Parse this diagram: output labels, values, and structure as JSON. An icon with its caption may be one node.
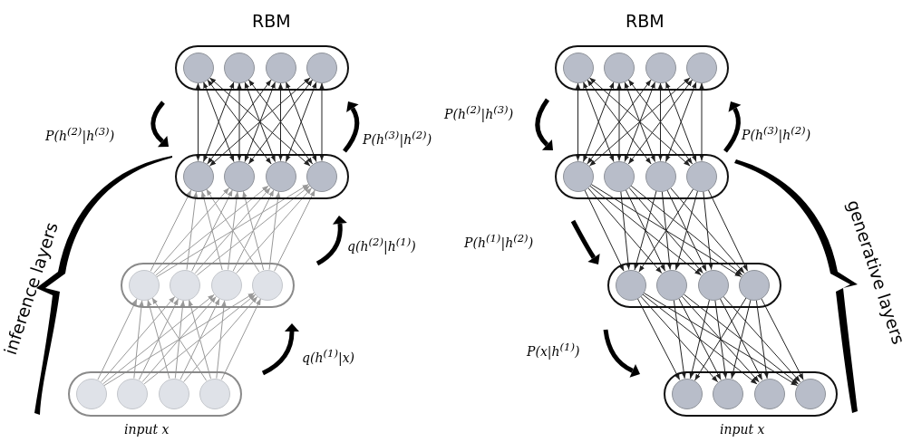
{
  "diagram": {
    "nodes": [
      {
        "text": [],
        "shape": "box"
      },
      {
        "text": [],
        "shape": "circle",
        "in": 0
      },
      {
        "text": [],
        "shape": "circle",
        "in": 0
      },
      {
        "text": [],
        "shape": "circle",
        "in": 0
      },
      {
        "text": [],
        "shape": "circle",
        "in": 0
      },
      {
        "text": [],
        "shape": "box"
      },
      {
        "text": [],
        "shape": "circle",
        "in": 5
      },
      {
        "text": [],
        "shape": "circle",
        "in": 5
      },
      {
        "text": [],
        "shape": "circle",
        "in": 5
      },
      {
        "text": [],
        "shape": "circle",
        "in": 5
      },
      {
        "text": [],
        "shape": "box"
      },
      {
        "text": [],
        "shape": "circle",
        "in": 10
      },
      {
        "text": [],
        "shape": "circle",
        "in": 10
      },
      {
        "text": [],
        "shape": "circle",
        "in": 10
      },
      {
        "text": [],
        "shape": "circle",
        "in": 10
      },
      {
        "text": [],
        "shape": "box",
        "beside": [
          "input x"
        ]
      },
      {
        "text": [],
        "shape": "circle",
        "in": 15
      },
      {
        "text": [],
        "shape": "circle",
        "in": 15
      },
      {
        "text": [],
        "shape": "circle",
        "in": 15
      },
      {
        "text": [],
        "shape": "circle",
        "in": 15
      },
      {
        "text": [],
        "shape": "box"
      },
      {
        "text": [],
        "shape": "circle",
        "in": 20
      },
      {
        "text": [],
        "shape": "circle",
        "in": 20
      },
      {
        "text": [],
        "shape": "circle",
        "in": 20
      },
      {
        "text": [],
        "shape": "circle",
        "in": 20
      },
      {
        "text": [],
        "shape": "box"
      },
      {
        "text": [],
        "shape": "circle",
        "in": 25
      },
      {
        "text": [],
        "shape": "circle",
        "in": 25
      },
      {
        "text": [],
        "shape": "circle",
        "in": 25
      },
      {
        "text": [],
        "shape": "circle",
        "in": 25
      },
      {
        "text": [],
        "shape": "box"
      },
      {
        "text": [],
        "shape": "circle",
        "in": 30
      },
      {
        "text": [],
        "shape": "circle",
        "in": 30
      },
      {
        "text": [],
        "shape": "circle",
        "in": 30
      },
      {
        "text": [],
        "shape": "circle",
        "in": 30
      },
      {
        "text": [],
        "shape": "box",
        "beside": [
          "input x"
        ]
      },
      {
        "text": [],
        "shape": "circle",
        "in": 35
      },
      {
        "text": [],
        "shape": "circle",
        "in": 35
      },
      {
        "text": [],
        "shape": "circle",
        "in": 35
      },
      {
        "text": [],
        "shape": "circle",
        "in": 35
      }
    ],
    "edges": [
      {
        "from": 1,
        "to": 6,
        "arrow": "both"
      },
      {
        "from": 1,
        "to": 7,
        "arrow": "both"
      },
      {
        "from": 1,
        "to": 8,
        "arrow": "both"
      },
      {
        "from": 1,
        "to": 9,
        "arrow": "both"
      },
      {
        "from": 2,
        "to": 6,
        "arrow": "both"
      },
      {
        "from": 2,
        "to": 7,
        "arrow": "both"
      },
      {
        "from": 2,
        "to": 8,
        "arrow": "both"
      },
      {
        "from": 2,
        "to": 9,
        "arrow": "both"
      },
      {
        "from": 3,
        "to": 6,
        "arrow": "both"
      },
      {
        "from": 3,
        "to": 7,
        "arrow": "both"
      },
      {
        "from": 3,
        "to": 8,
        "arrow": "both"
      },
      {
        "from": 3,
        "to": 9,
        "arrow": "both"
      },
      {
        "from": 4,
        "to": 6,
        "arrow": "both"
      },
      {
        "from": 4,
        "to": 7,
        "arrow": "both"
      },
      {
        "from": 4,
        "to": 8,
        "arrow": "both"
      },
      {
        "from": 4,
        "to": 9,
        "arrow": "both"
      },
      {
        "from": 11,
        "to": 6,
        "arrow": "to",
        "color": "#999999"
      },
      {
        "from": 11,
        "to": 7,
        "arrow": "to",
        "color": "#999999"
      },
      {
        "from": 11,
        "to": 8,
        "arrow": "to",
        "color": "#999999"
      },
      {
        "from": 11,
        "to": 9,
        "arrow": "to",
        "color": "#999999"
      },
      {
        "from": 12,
        "to": 6,
        "arrow": "to",
        "color": "#999999"
      },
      {
        "from": 12,
        "to": 7,
        "arrow": "to",
        "color": "#999999"
      },
      {
        "from": 12,
        "to": 8,
        "arrow": "to",
        "color": "#999999"
      },
      {
        "from": 12,
        "to": 9,
        "arrow": "to",
        "color": "#999999"
      },
      {
        "from": 13,
        "to": 6,
        "arrow": "to",
        "color": "#999999"
      },
      {
        "from": 13,
        "to": 7,
        "arrow": "to",
        "color": "#999999"
      },
      {
        "from": 13,
        "to": 8,
        "arrow": "to",
        "color": "#999999"
      },
      {
        "from": 13,
        "to": 9,
        "arrow": "to",
        "color": "#999999"
      },
      {
        "from": 14,
        "to": 6,
        "arrow": "to",
        "color": "#999999"
      },
      {
        "from": 14,
        "to": 7,
        "arrow": "to",
        "color": "#999999"
      },
      {
        "from": 14,
        "to": 8,
        "arrow": "to",
        "color": "#999999"
      },
      {
        "from": 14,
        "to": 9,
        "arrow": "to",
        "color": "#999999"
      },
      {
        "from": 16,
        "to": 11,
        "arrow": "to",
        "color": "#999999"
      },
      {
        "from": 16,
        "to": 12,
        "arrow": "to",
        "color": "#999999"
      },
      {
        "from": 16,
        "to": 13,
        "arrow": "to",
        "color": "#999999"
      },
      {
        "from": 16,
        "to": 14,
        "arrow": "to",
        "color": "#999999"
      },
      {
        "from": 17,
        "to": 11,
        "arrow": "to",
        "color": "#999999"
      },
      {
        "from": 17,
        "to": 12,
        "arrow": "to",
        "color": "#999999"
      },
      {
        "from": 17,
        "to": 13,
        "arrow": "to",
        "color": "#999999"
      },
      {
        "from": 17,
        "to": 14,
        "arrow": "to",
        "color": "#999999"
      },
      {
        "from": 18,
        "to": 11,
        "arrow": "to",
        "color": "#999999"
      },
      {
        "from": 18,
        "to": 12,
        "arrow": "to",
        "color": "#999999"
      },
      {
        "from": 18,
        "to": 13,
        "arrow": "to",
        "color": "#999999"
      },
      {
        "from": 18,
        "to": 14,
        "arrow": "to",
        "color": "#999999"
      },
      {
        "from": 19,
        "to": 11,
        "arrow": "to",
        "color": "#999999"
      },
      {
        "from": 19,
        "to": 12,
        "arrow": "to",
        "color": "#999999"
      },
      {
        "from": 19,
        "to": 13,
        "arrow": "to",
        "color": "#999999"
      },
      {
        "from": 19,
        "to": 14,
        "arrow": "to",
        "color": "#999999"
      },
      {
        "from": 21,
        "to": 26,
        "arrow": "both"
      },
      {
        "from": 21,
        "to": 27,
        "arrow": "both"
      },
      {
        "from": 21,
        "to": 28,
        "arrow": "both"
      },
      {
        "from": 21,
        "to": 29,
        "arrow": "both"
      },
      {
        "from": 22,
        "to": 26,
        "arrow": "both"
      },
      {
        "from": 22,
        "to": 27,
        "arrow": "both"
      },
      {
        "from": 22,
        "to": 28,
        "arrow": "both"
      },
      {
        "from": 22,
        "to": 29,
        "arrow": "both"
      },
      {
        "from": 23,
        "to": 26,
        "arrow": "both"
      },
      {
        "from": 23,
        "to": 27,
        "arrow": "both"
      },
      {
        "from": 23,
        "to": 28,
        "arrow": "both"
      },
      {
        "from": 23,
        "to": 29,
        "arrow": "both"
      },
      {
        "from": 24,
        "to": 26,
        "arrow": "both"
      },
      {
        "from": 24,
        "to": 27,
        "arrow": "both"
      },
      {
        "from": 24,
        "to": 28,
        "arrow": "both"
      },
      {
        "from": 24,
        "to": 29,
        "arrow": "both"
      },
      {
        "from": 26,
        "to": 31,
        "arrow": "to"
      },
      {
        "from": 26,
        "to": 32,
        "arrow": "to"
      },
      {
        "from": 26,
        "to": 33,
        "arrow": "to"
      },
      {
        "from": 26,
        "to": 34,
        "arrow": "to"
      },
      {
        "from": 27,
        "to": 31,
        "arrow": "to"
      },
      {
        "from": 27,
        "to": 32,
        "arrow": "to"
      },
      {
        "from": 27,
        "to": 33,
        "arrow": "to"
      },
      {
        "from": 27,
        "to": 34,
        "arrow": "to"
      },
      {
        "from": 28,
        "to": 31,
        "arrow": "to"
      },
      {
        "from": 28,
        "to": 32,
        "arrow": "to"
      },
      {
        "from": 28,
        "to": 33,
        "arrow": "to"
      },
      {
        "from": 28,
        "to": 34,
        "arrow": "to"
      },
      {
        "from": 29,
        "to": 31,
        "arrow": "to"
      },
      {
        "from": 29,
        "to": 32,
        "arrow": "to"
      },
      {
        "from": 29,
        "to": 33,
        "arrow": "to"
      },
      {
        "from": 29,
        "to": 34,
        "arrow": "to"
      },
      {
        "from": 31,
        "to": 36,
        "arrow": "to"
      },
      {
        "from": 31,
        "to": 37,
        "arrow": "to"
      },
      {
        "from": 31,
        "to": 38,
        "arrow": "to"
      },
      {
        "from": 31,
        "to": 39,
        "arrow": "to"
      },
      {
        "from": 32,
        "to": 36,
        "arrow": "to"
      },
      {
        "from": 32,
        "to": 37,
        "arrow": "to"
      },
      {
        "from": 32,
        "to": 38,
        "arrow": "to"
      },
      {
        "from": 32,
        "to": 39,
        "arrow": "to"
      },
      {
        "from": 33,
        "to": 36,
        "arrow": "to"
      },
      {
        "from": 33,
        "to": 37,
        "arrow": "to"
      },
      {
        "from": 33,
        "to": 38,
        "arrow": "to"
      },
      {
        "from": 33,
        "to": 39,
        "arrow": "to"
      },
      {
        "from": 34,
        "to": 36,
        "arrow": "to"
      },
      {
        "from": 34,
        "to": 37,
        "arrow": "to"
      },
      {
        "from": 34,
        "to": 38,
        "arrow": "to"
      },
      {
        "from": 34,
        "to": 39,
        "arrow": "to"
      }
    ],
    "labels": [
      "RBM",
      "RBM",
      "P(h$^{(2)}$|h$^{(3)}$)",
      "P(h$^{(3)}$|h$^{(2)}$)",
      "q(h$^{(2)}$|h$^{(1)}$)",
      "q(h$^{(1)}$|x)",
      "inference layers",
      "P(h$^{(2)}$|h$^{(3)}$)",
      "P(h$^{(3)}$|h$^{(2)}$)",
      "P(h$^{(1)}$|h$^{(2)}$)",
      "P(x|h$^{(1)}$)",
      "generative layers"
    ]
  }
}
